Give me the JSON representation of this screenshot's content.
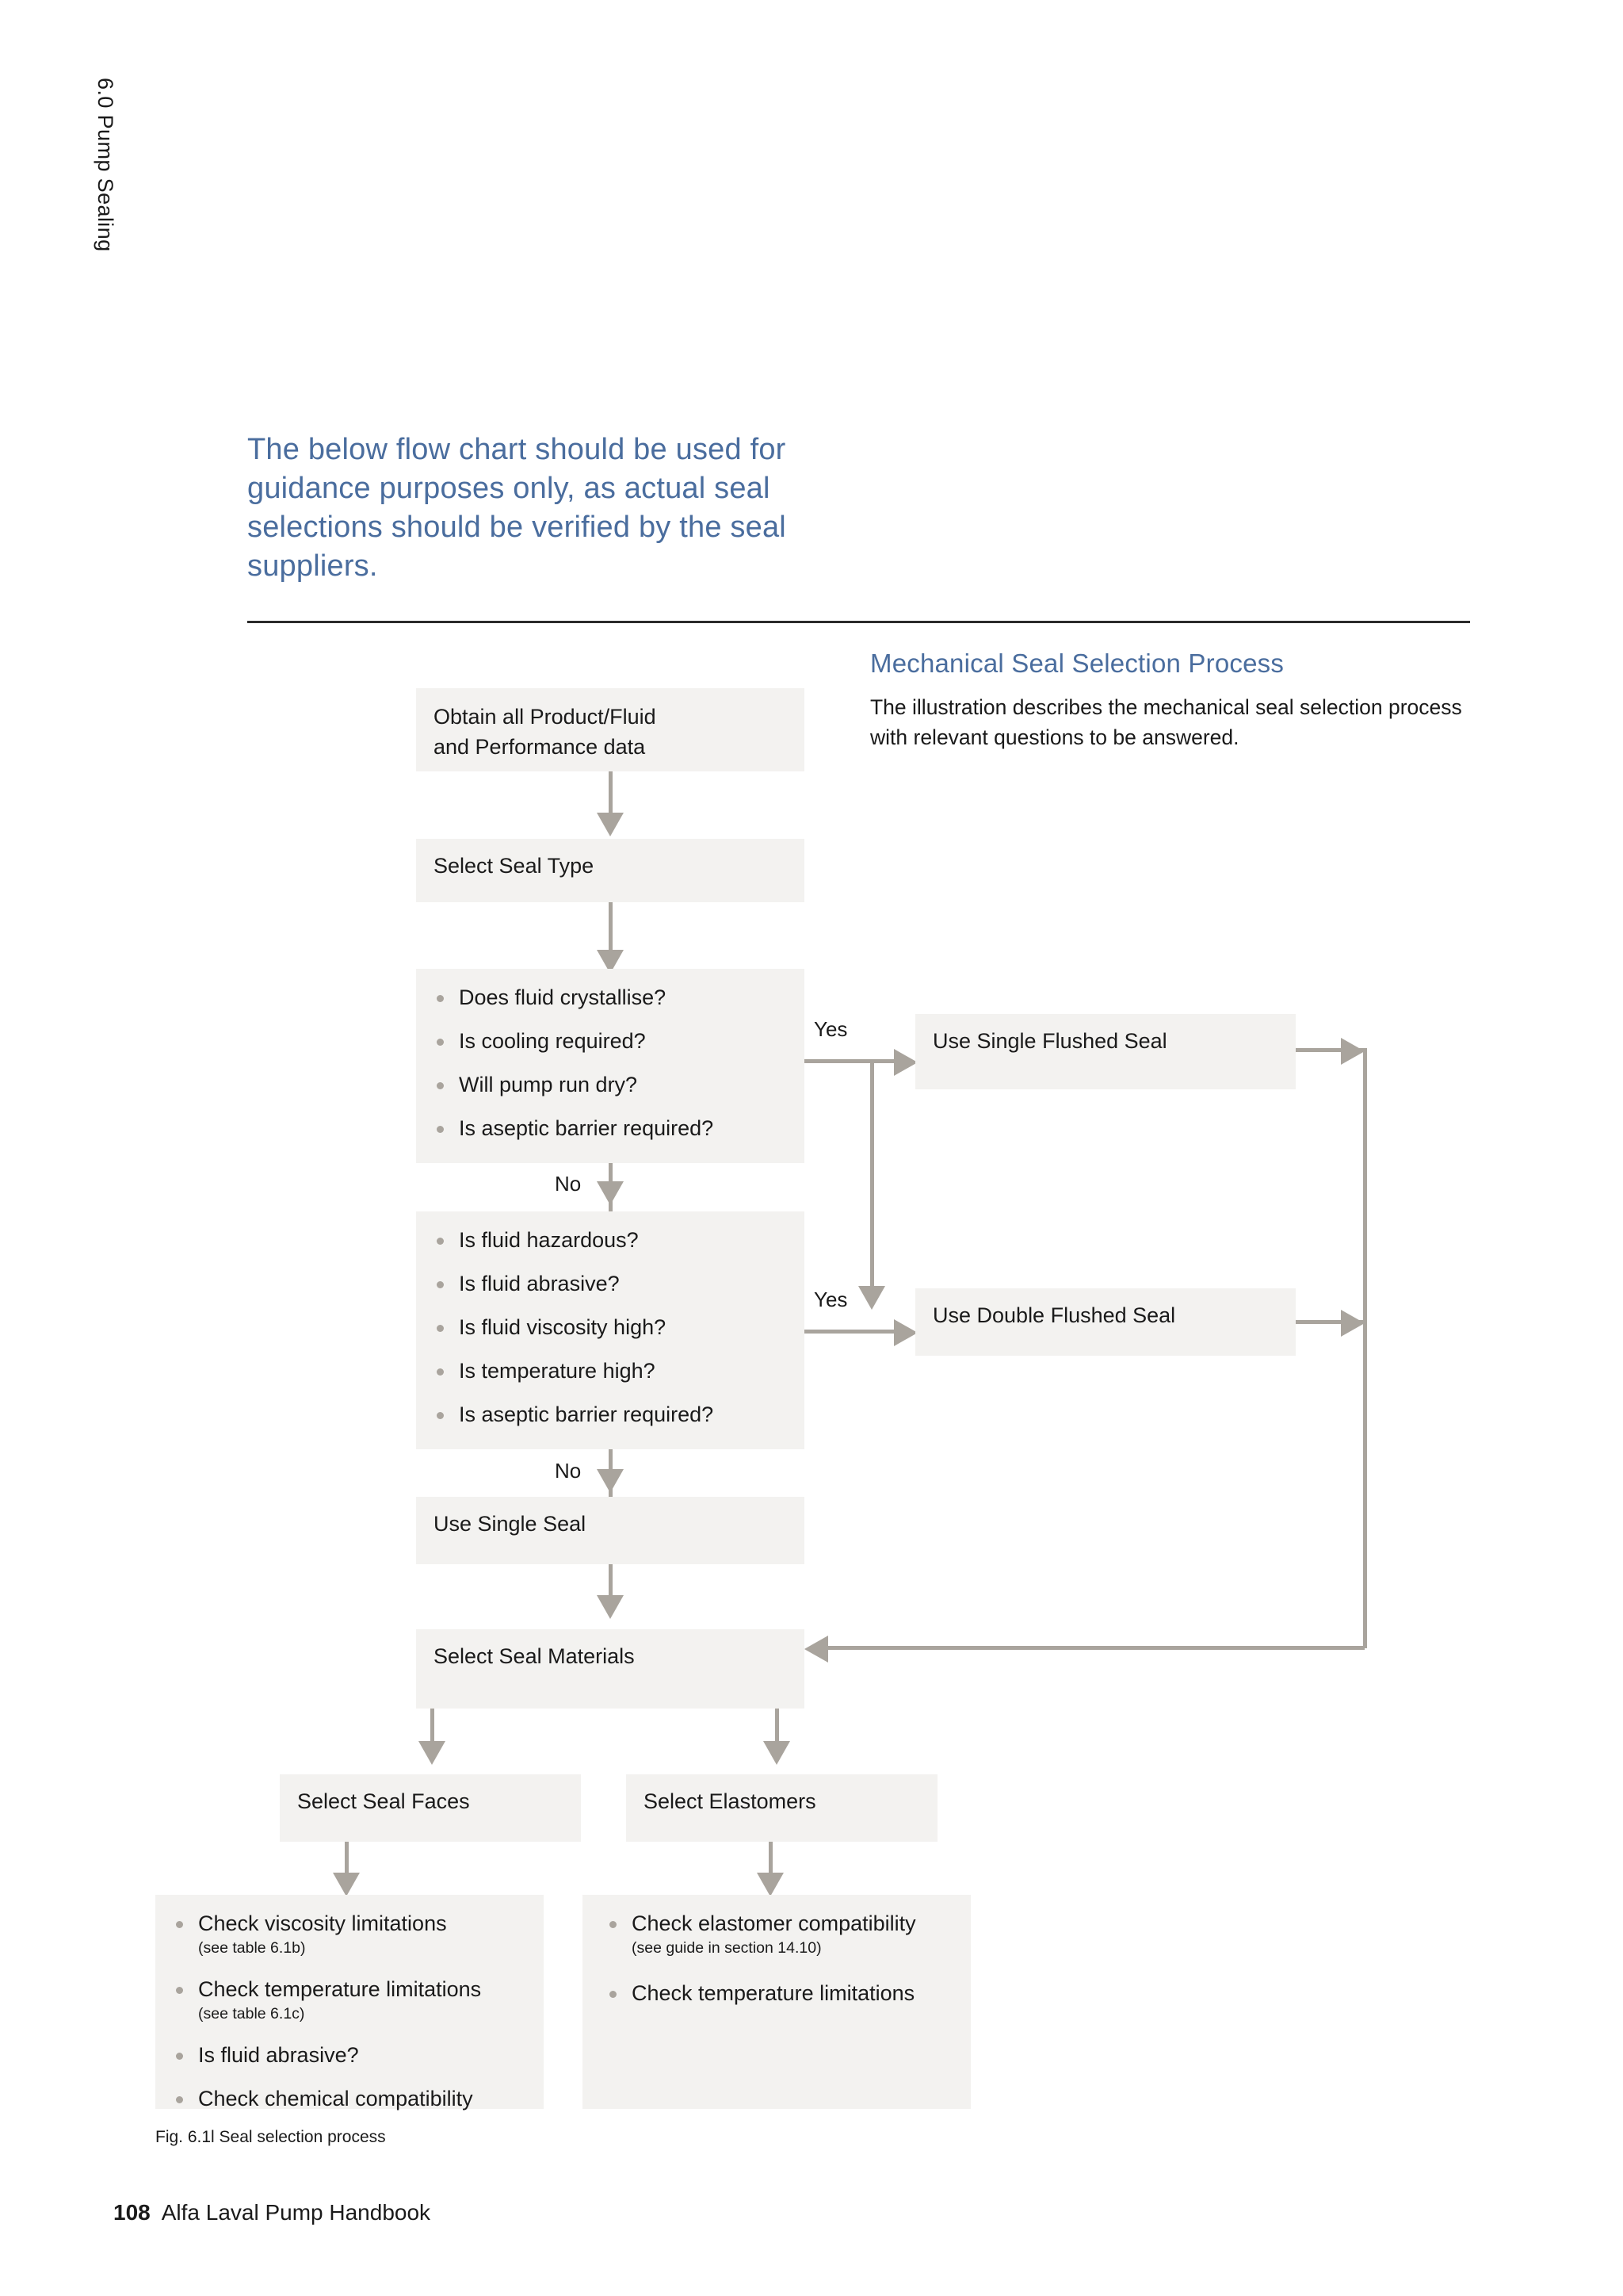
{
  "running_head": "6.0 Pump Sealing",
  "intro": "The below flow chart should be used for guidance purposes only, as actual seal selections should be verified by the seal suppliers.",
  "right_column": {
    "title": "Mechanical Seal Selection Process",
    "body": "The illustration describes the mechanical seal selection process with relevant questions to be answered."
  },
  "flowchart": {
    "box_obtain": "Obtain all Product/Fluid\nand Performance data",
    "box_select_seal_type": "Select Seal Type",
    "questions_1": [
      "Does fluid crystallise?",
      "Is cooling required?",
      "Will pump run dry?",
      "Is aseptic barrier required?"
    ],
    "questions_2": [
      "Is fluid hazardous?",
      "Is fluid abrasive?",
      "Is fluid viscosity high?",
      "Is temperature high?",
      "Is aseptic barrier required?"
    ],
    "box_single_flushed": "Use Single Flushed Seal",
    "box_double_flushed": "Use Double Flushed Seal",
    "box_single_seal": "Use Single Seal",
    "box_select_materials": "Select Seal Materials",
    "box_select_faces": "Select Seal Faces",
    "box_select_elastomers": "Select Elastomers",
    "faces_checks": [
      {
        "text": "Check viscosity limitations",
        "note": "(see table 6.1b)"
      },
      {
        "text": "Check temperature limitations",
        "note": "(see table 6.1c)"
      },
      {
        "text": "Is fluid abrasive?",
        "note": ""
      },
      {
        "text": "Check chemical compatibility",
        "note": ""
      }
    ],
    "elastomer_checks": [
      {
        "text": "Check elastomer compatibility",
        "note": "(see guide in section 14.10)"
      },
      {
        "text": "Check temperature limitations",
        "note": ""
      }
    ],
    "labels": {
      "yes_1": "Yes",
      "yes_2": "Yes",
      "no_1": "No",
      "no_2": "No"
    }
  },
  "caption": "Fig. 6.1l Seal selection process",
  "footer": {
    "page_number": "108",
    "title": "Alfa Laval Pump Handbook"
  },
  "colors": {
    "accent_blue": "#4a6d9e",
    "box_fill": "#f3f2f0",
    "connector": "#a9a49d",
    "rule": "#2b2b2b"
  }
}
